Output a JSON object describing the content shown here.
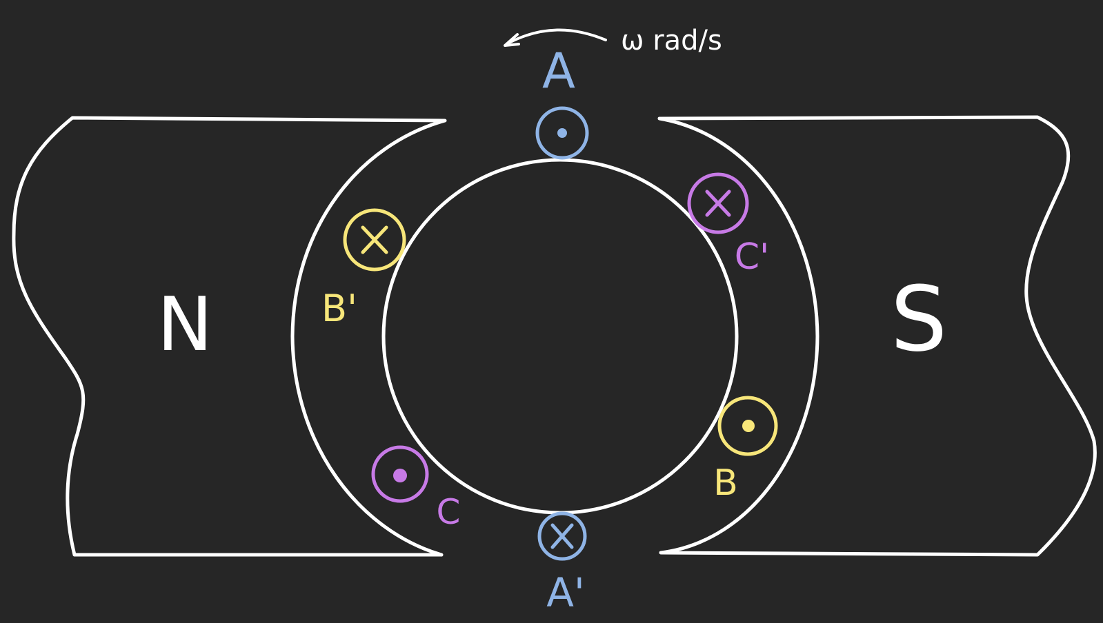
{
  "colors": {
    "background": "#262626",
    "stroke": "#ffffff",
    "phase_a": "#8fb4e6",
    "phase_b": "#f7e67a",
    "phase_c": "#c77ae6"
  },
  "rotation": {
    "label": "ω rad/s",
    "direction": "counterclockwise",
    "icon": "curved-arrow-icon"
  },
  "poles": {
    "north": {
      "label": "N"
    },
    "south": {
      "label": "S"
    }
  },
  "conductors": [
    {
      "id": "a",
      "label": "A",
      "phase": "a",
      "current": "out-of-page",
      "symbol": "dot-icon"
    },
    {
      "id": "a-prime",
      "label": "A'",
      "phase": "a",
      "current": "into-page",
      "symbol": "cross-icon"
    },
    {
      "id": "b",
      "label": "B",
      "phase": "b",
      "current": "out-of-page",
      "symbol": "dot-icon"
    },
    {
      "id": "b-prime",
      "label": "B'",
      "phase": "b",
      "current": "into-page",
      "symbol": "cross-icon"
    },
    {
      "id": "c",
      "label": "C",
      "phase": "c",
      "current": "out-of-page",
      "symbol": "dot-icon"
    },
    {
      "id": "c-prime",
      "label": "C'",
      "phase": "c",
      "current": "into-page",
      "symbol": "cross-icon"
    }
  ]
}
